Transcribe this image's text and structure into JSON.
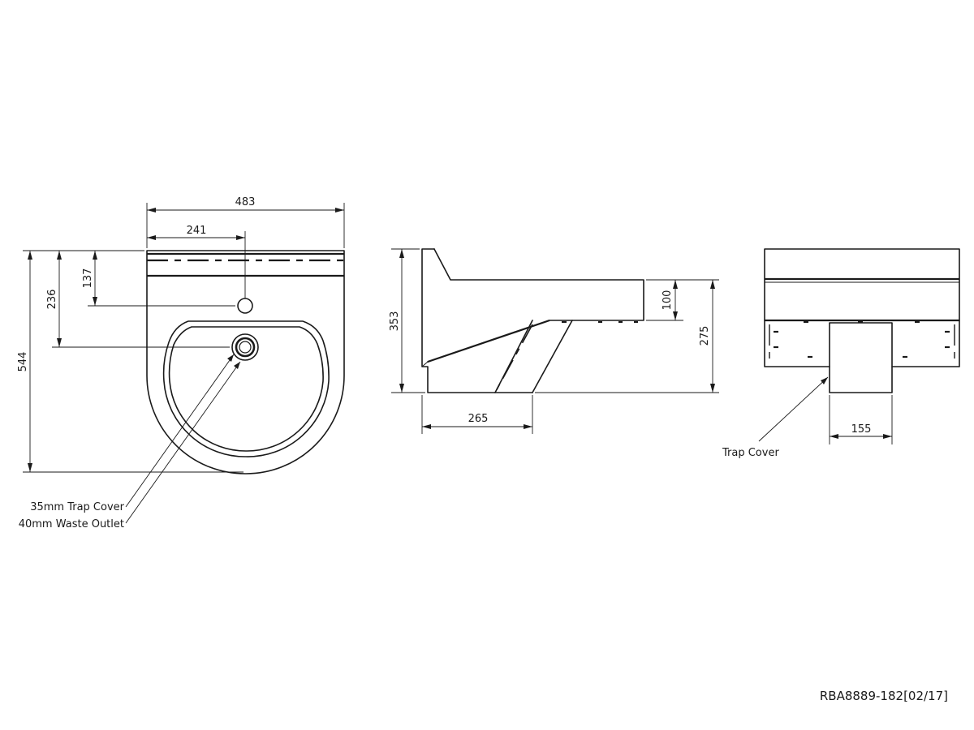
{
  "front_view": {
    "dim_width": "483",
    "dim_half_width": "241",
    "dim_height": "544",
    "dim_waste_from_top": "236",
    "dim_tap_hole_from_top": "137",
    "callout_trap_cover": "35mm Trap Cover",
    "callout_waste_outlet": "40mm Waste Outlet"
  },
  "side_view": {
    "dim_height": "353",
    "dim_depth": "265",
    "dim_rim_height": "100",
    "dim_bracket_height": "275"
  },
  "rear_view": {
    "dim_trap_cover_width": "155",
    "callout_trap_cover": "Trap Cover"
  },
  "drawing_number": "RBA8889-182[02/17]"
}
